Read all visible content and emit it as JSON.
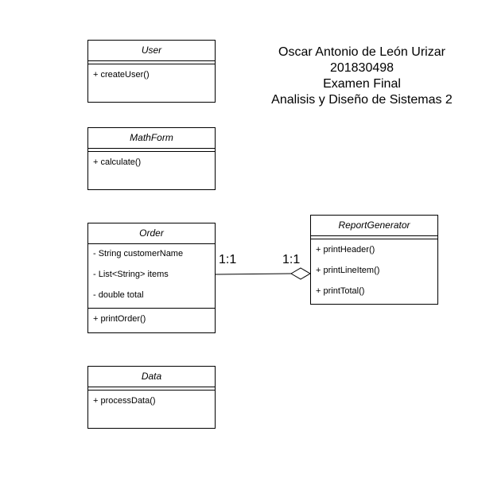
{
  "author_block": {
    "lines": [
      "Oscar Antonio de León Urizar",
      "201830498",
      "Examen Final",
      "Analisis y Diseño de Sistemas 2"
    ]
  },
  "classes": {
    "user": {
      "name": "User",
      "attributes": [],
      "operations": [
        "+ createUser()"
      ]
    },
    "mathform": {
      "name": "MathForm",
      "attributes": [],
      "operations": [
        "+ calculate()"
      ]
    },
    "order": {
      "name": "Order",
      "attributes": [
        "- String customerName",
        "- List<String> items",
        "- double total"
      ],
      "operations": [
        "+ printOrder()"
      ]
    },
    "data": {
      "name": "Data",
      "attributes": [],
      "operations": [
        "+ processData()"
      ]
    },
    "reportgenerator": {
      "name": "ReportGenerator",
      "attributes": [],
      "operations": [
        "+ printHeader()",
        "+ printLineItem()",
        "+ printTotal()"
      ]
    }
  },
  "relationship": {
    "type": "aggregation",
    "source_class": "Order",
    "target_class": "ReportGenerator",
    "source_multiplicity": "1:1",
    "target_multiplicity": "1:1"
  }
}
